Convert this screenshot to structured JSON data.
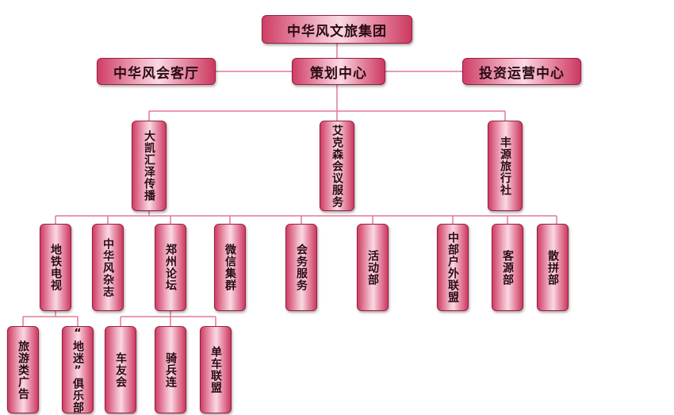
{
  "colors": {
    "connector": "#e2799a",
    "border": "#9a1d3f",
    "fill_dark": "#cf3e65",
    "fill_light": "#f9d9e3"
  },
  "nodes": {
    "group": "中华风文旅集团",
    "parlor": "中华风会客厅",
    "planning": "策划中心",
    "investment": "投资运营中心",
    "dakai": "大凯汇泽传播",
    "aike": "艾克森会议服务",
    "fengyuan": "丰源旅行社",
    "metro_tv": "地铁电视",
    "magazine": "中华风杂志",
    "forum": "郑州论坛",
    "wechat": "微信集群",
    "conference": "会务服务",
    "events": "活动部",
    "outdoor": "中部户外联盟",
    "customer": "客源部",
    "sanpin": "散拼部",
    "travel_ads": "旅游类广告",
    "metro_club": "“地迷”俱乐部",
    "car_club": "车友会",
    "cavalry": "骑兵连",
    "bike_league": "单车联盟"
  }
}
